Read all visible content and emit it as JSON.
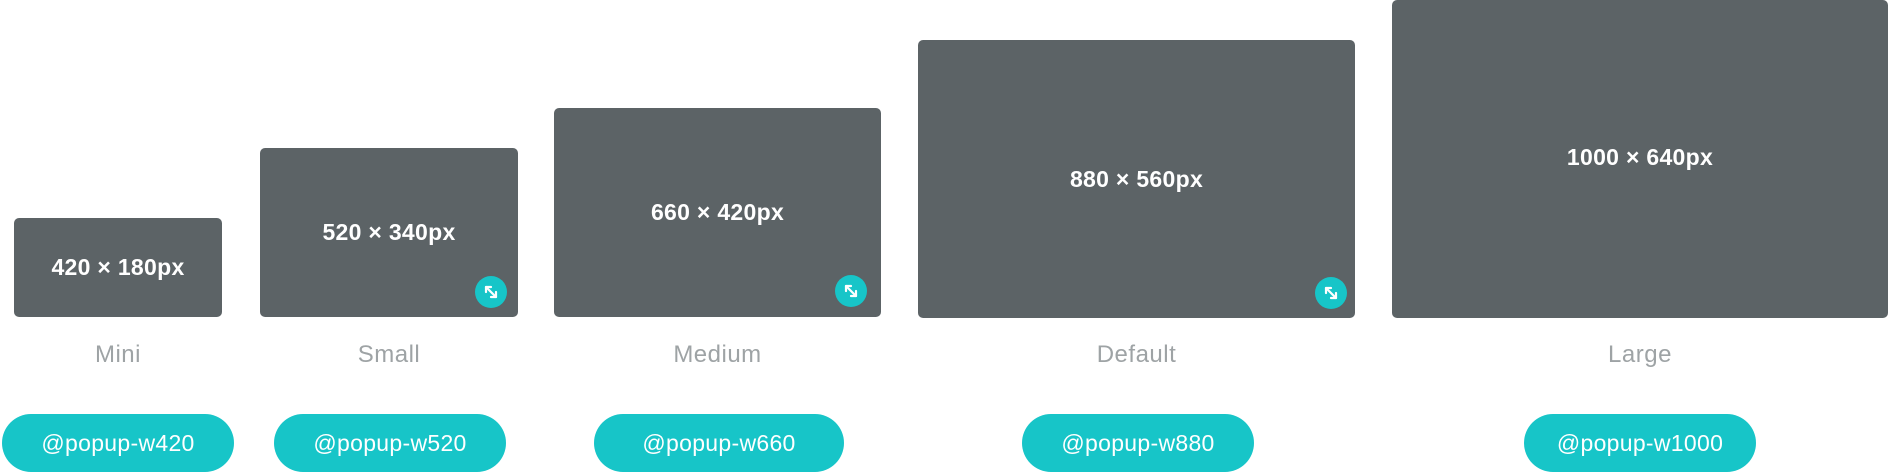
{
  "colors": {
    "popup_bg": "#5c6366",
    "accent": "#17c5c8",
    "name_text": "#9ea3a5"
  },
  "popups": [
    {
      "size": "420 × 180px",
      "name": "Mini",
      "tag": "@popup-w420",
      "resizable": false
    },
    {
      "size": "520 × 340px",
      "name": "Small",
      "tag": "@popup-w520",
      "resizable": true
    },
    {
      "size": "660 × 420px",
      "name": "Medium",
      "tag": "@popup-w660",
      "resizable": true
    },
    {
      "size": "880 × 560px",
      "name": "Default",
      "tag": "@popup-w880",
      "resizable": true
    },
    {
      "size": "1000 × 640px",
      "name": "Large",
      "tag": "@popup-w1000",
      "resizable": false
    }
  ],
  "icons": {
    "resize": "resize-icon"
  }
}
